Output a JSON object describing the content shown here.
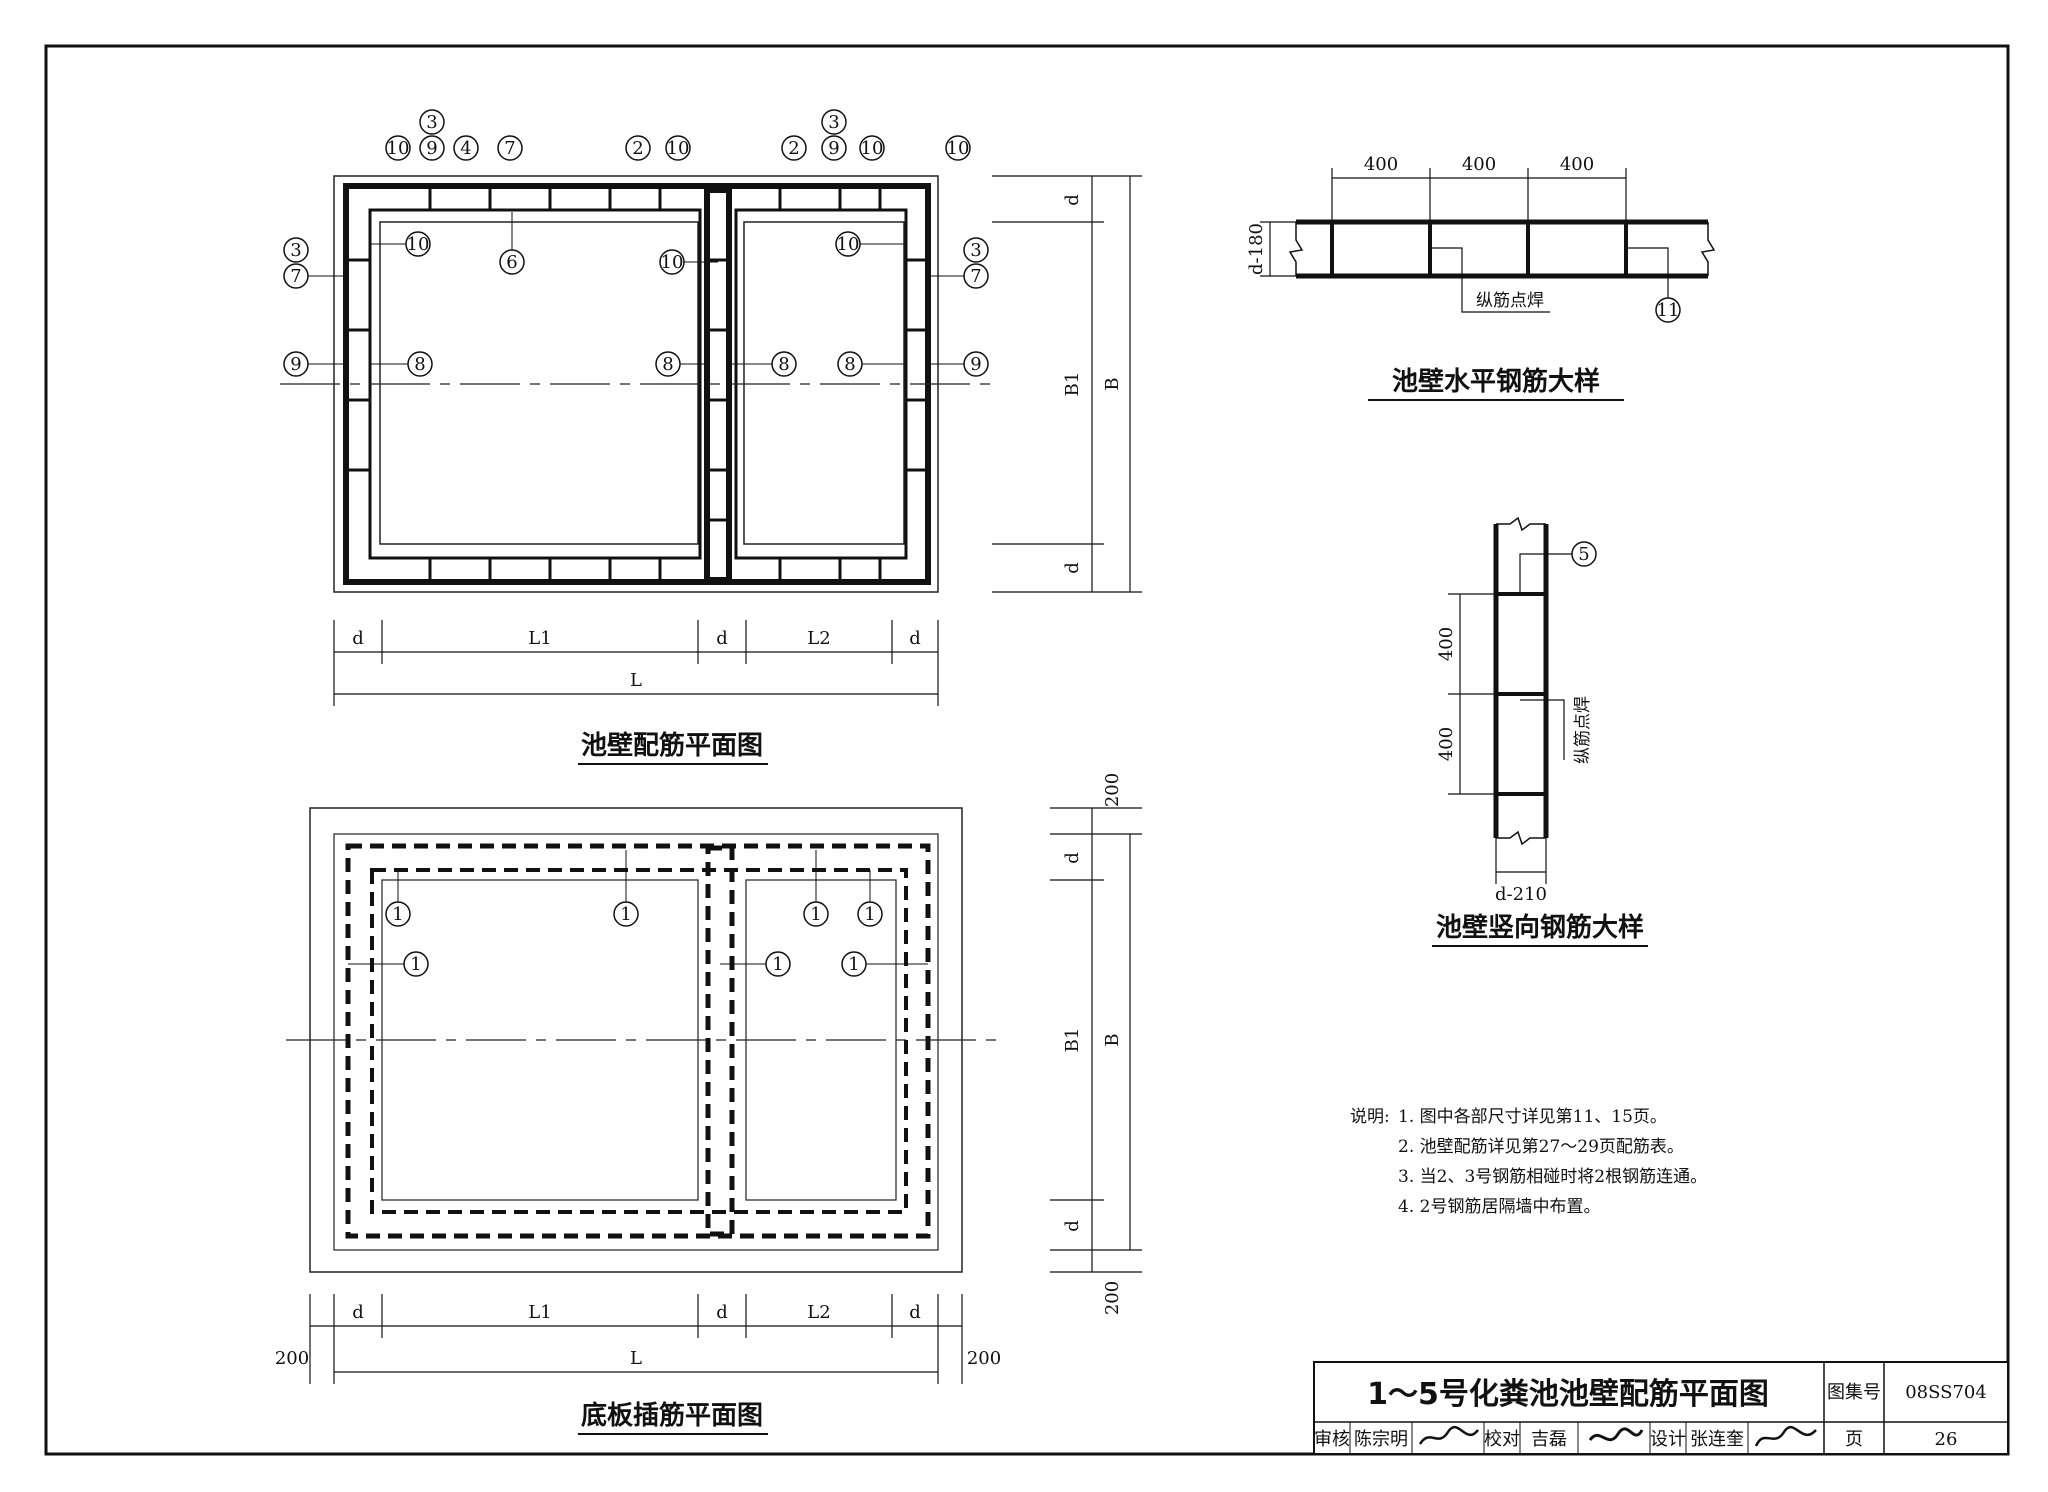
{
  "wall_plan": {
    "title": "池壁配筋平面图",
    "dims_h": [
      "d",
      "L1",
      "d",
      "L2",
      "d"
    ],
    "dim_total": "L",
    "dims_v": [
      "d",
      "B1",
      "d"
    ],
    "dim_v_total": "B",
    "callouts_top": [
      "10",
      "3",
      "9",
      "4",
      "7",
      "2",
      "10",
      "2",
      "3",
      "9",
      "10",
      "10"
    ],
    "callouts_inner": [
      "10",
      "6",
      "10",
      "10"
    ],
    "callouts_left": [
      "3",
      "7",
      "9"
    ],
    "callouts_right": [
      "3",
      "7",
      "9"
    ],
    "callouts_mid": [
      "8",
      "8",
      "8",
      "8"
    ]
  },
  "base_plan": {
    "title": "底板插筋平面图",
    "dims_h": [
      "d",
      "L1",
      "d",
      "L2",
      "d"
    ],
    "dim_total": "L",
    "dim_margin_left": "200",
    "dim_margin_right": "200",
    "dims_v": [
      "200",
      "d",
      "B1",
      "d",
      "200"
    ],
    "dim_v_total": "B",
    "callouts": [
      "1",
      "1",
      "1",
      "1",
      "1",
      "1",
      "1"
    ]
  },
  "horizontal_detail": {
    "title": "池壁水平钢筋大样",
    "spacing": [
      "400",
      "400",
      "400"
    ],
    "thickness": "d-180",
    "weld_label": "纵筋点焊",
    "callout": "11"
  },
  "vertical_detail": {
    "title": "池壁竖向钢筋大样",
    "spacing": [
      "400",
      "400"
    ],
    "thickness": "d-210",
    "weld_label": "纵筋点焊",
    "callout": "5"
  },
  "notes": {
    "heading": "说明:",
    "items": [
      "1. 图中各部尺寸详见第11、15页。",
      "2. 池壁配筋详见第27～29页配筋表。",
      "3. 当2、3号钢筋相碰时将2根钢筋连通。",
      "4. 2号钢筋居隔墙中布置。"
    ]
  },
  "title_block": {
    "drawing_title": "1～5号化粪池池壁配筋平面图",
    "atlas_label": "图集号",
    "atlas_no": "08SS704",
    "review_label": "审核",
    "reviewer": "陈宗明",
    "check_label": "校对",
    "checker": "吉磊",
    "design_label": "设计",
    "designer": "张连奎",
    "page_label": "页",
    "page_no": "26"
  }
}
